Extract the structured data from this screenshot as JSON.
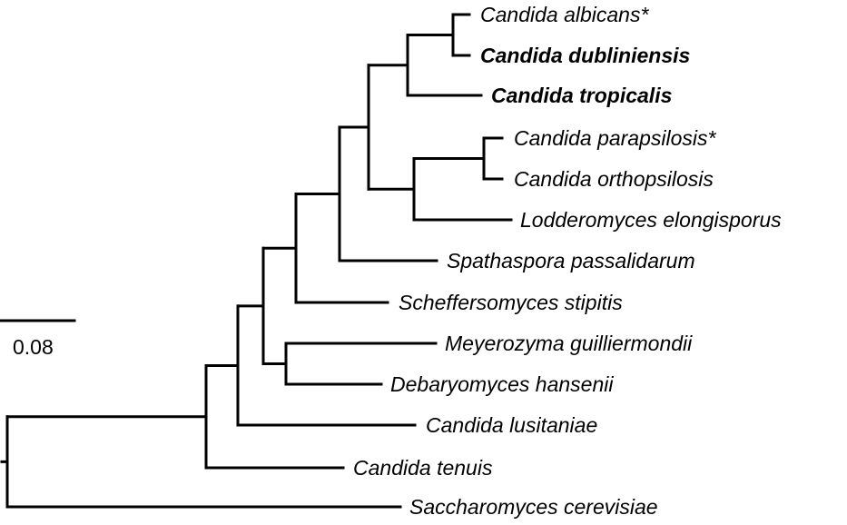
{
  "taxa": [
    {
      "id": "c_albicans",
      "label": "Candida albicans*",
      "style": "italic"
    },
    {
      "id": "c_dubliniensis",
      "label": "Candida dubliniensis",
      "style": "bold-italic"
    },
    {
      "id": "c_tropicalis",
      "label": "Candida tropicalis",
      "style": "bold-italic"
    },
    {
      "id": "c_parapsilosis",
      "label": "Candida parapsilosis*",
      "style": "italic"
    },
    {
      "id": "c_orthopsilosis",
      "label": "Candida orthopsilosis",
      "style": "italic"
    },
    {
      "id": "l_elongisporus",
      "label": "Lodderomyces elongisporus",
      "style": "italic"
    },
    {
      "id": "s_passalidarum",
      "label": "Spathaspora passalidarum",
      "style": "italic"
    },
    {
      "id": "s_stipitis",
      "label": "Scheffersomyces stipitis",
      "style": "italic"
    },
    {
      "id": "m_guilliermondii",
      "label": "Meyerozyma guilliermondii",
      "style": "italic"
    },
    {
      "id": "d_hansenii",
      "label": "Debaryomyces hansenii",
      "style": "italic"
    },
    {
      "id": "c_lusitaniae",
      "label": "Candida lusitaniae",
      "style": "italic"
    },
    {
      "id": "c_tenuis",
      "label": "Candida tenuis",
      "style": "italic"
    },
    {
      "id": "s_cerevisiae",
      "label": "Saccharomyces cerevisiae",
      "style": "italic"
    }
  ],
  "scale_bar": {
    "label": "0.08",
    "value": 0.08
  },
  "colors": {
    "line": "#000000",
    "text": "#000000",
    "background": "#ffffff"
  }
}
